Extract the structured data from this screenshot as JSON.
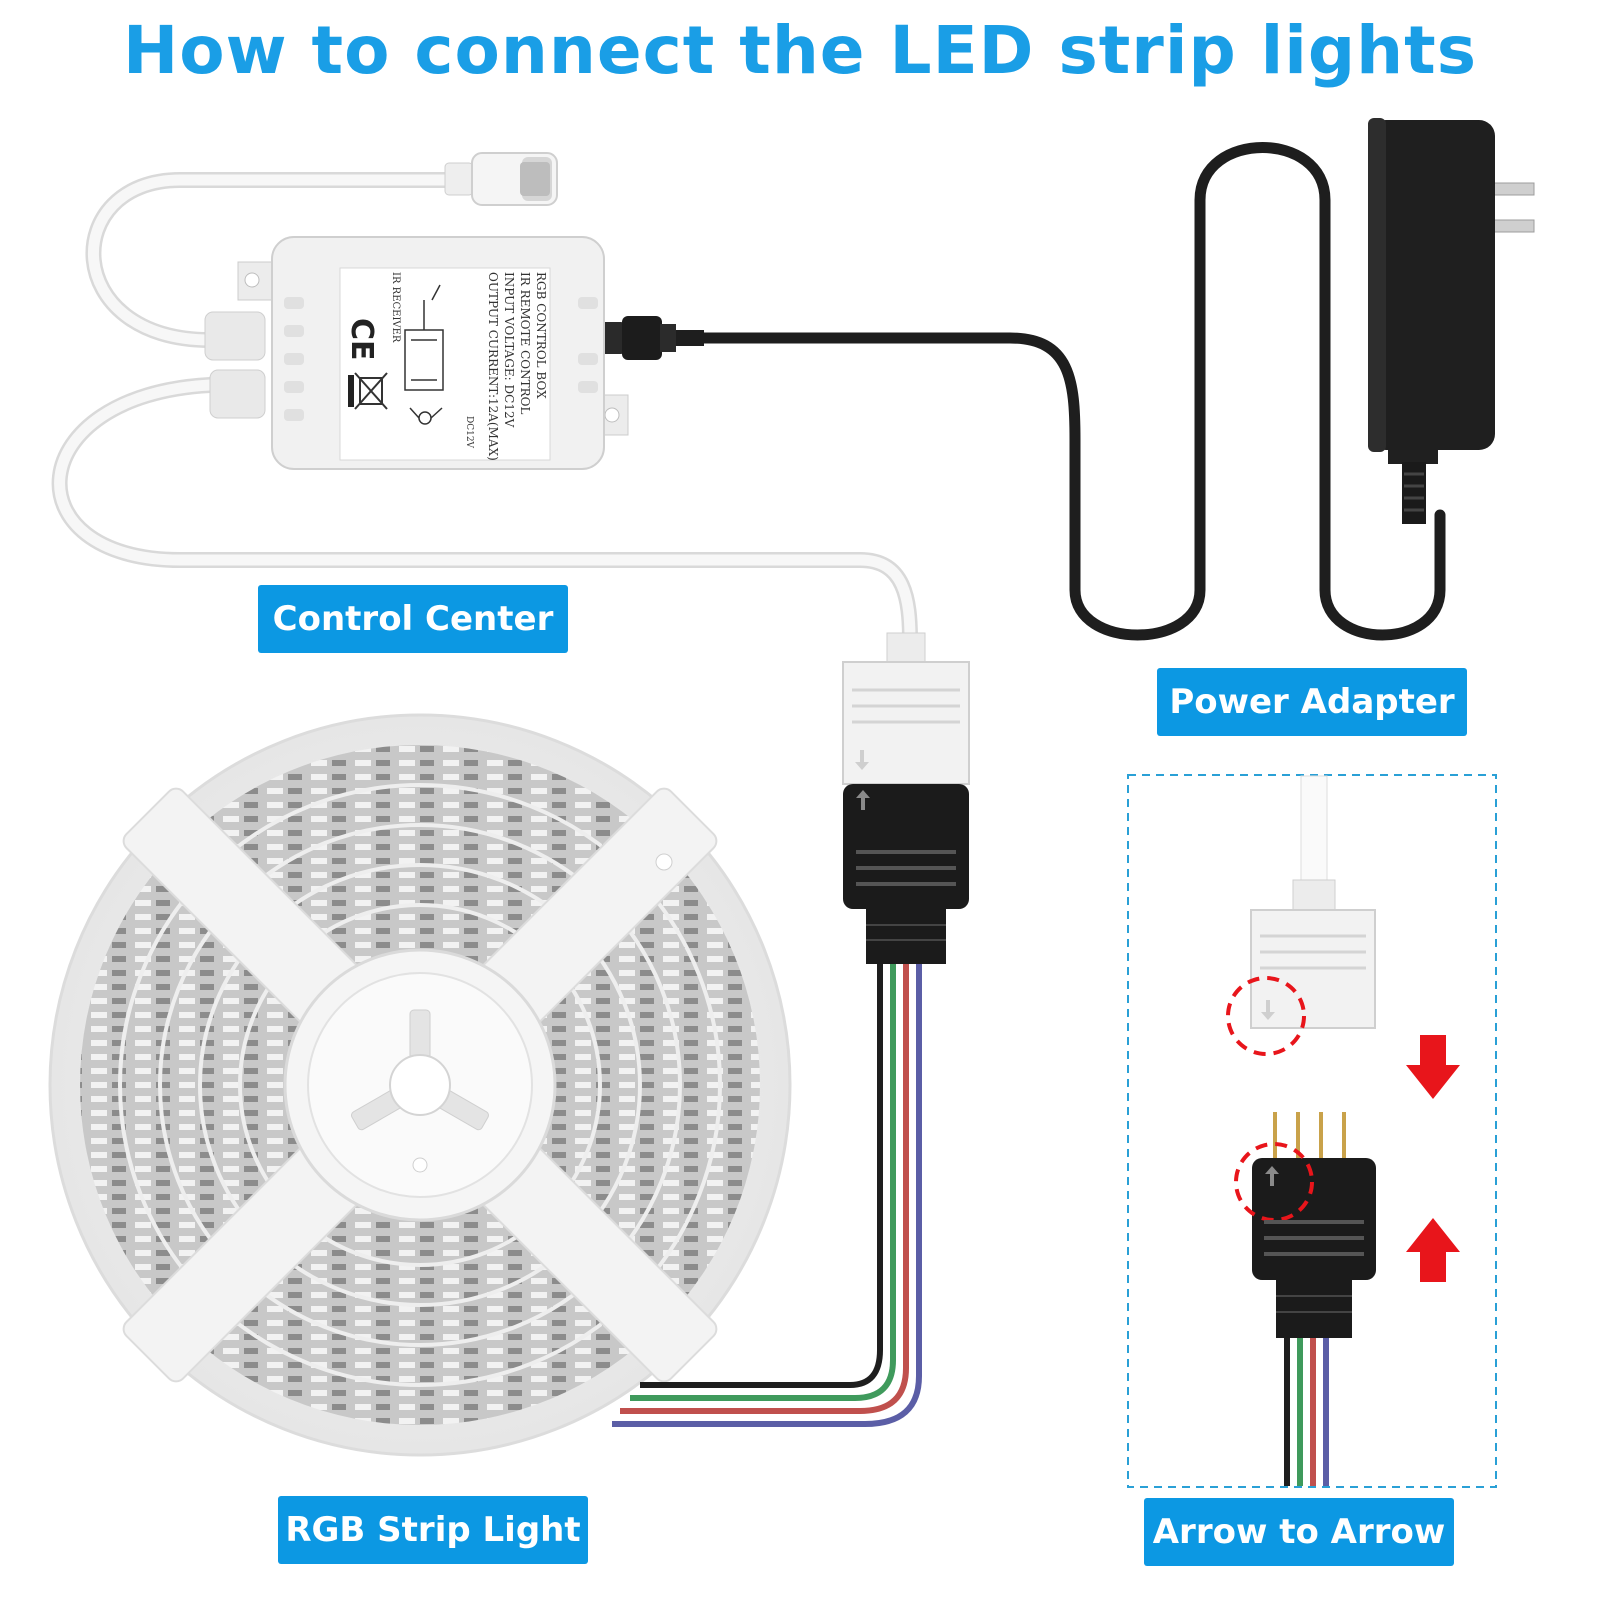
{
  "title": "How to connect the LED strip lights",
  "labels": {
    "control_center": "Control Center",
    "power_adapter": "Power Adapter",
    "rgb_strip_light": "RGB Strip Light",
    "arrow_to_arrow": "Arrow to Arrow"
  },
  "control_box_text": {
    "line1": "RGB CONTROL BOX",
    "line2": "IR REMOTE CONTROL",
    "line3": "INPUT VOLTAGE: DC12V",
    "line4": "OUTPUT CURRENT:12A(MAX)",
    "receiver": "IR RECEIVER",
    "dc": "DC12V",
    "ce": "CE"
  },
  "colors": {
    "title": "#1a9ee6",
    "label_bg": "#0c98e3",
    "wire_red": "#c0504d",
    "wire_green": "#3f9a5c",
    "wire_blue": "#5b5ea6",
    "wire_black": "#1e1e1e",
    "indicator_red": "#e8151b"
  }
}
